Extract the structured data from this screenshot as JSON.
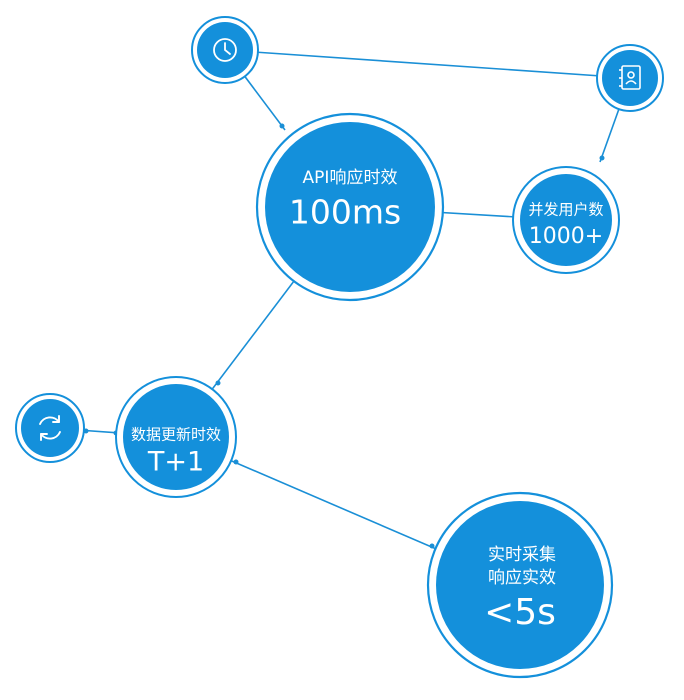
{
  "colors": {
    "fill": "#1490db",
    "stroke": "#1490db",
    "line": "#1a8fd6",
    "text": "#ffffff"
  },
  "nodes": {
    "api": {
      "label": "API响应时效",
      "value": "100ms"
    },
    "users": {
      "label": "并发用户数",
      "value": "1000+"
    },
    "update": {
      "label": "数据更新时效",
      "value": "T+1"
    },
    "realtime": {
      "label_line1": "实时采集",
      "label_line2": "响应实效",
      "value": "<5s"
    }
  },
  "icons": {
    "clock": "clock-icon",
    "contact": "contact-book-icon",
    "refresh": "refresh-icon"
  }
}
